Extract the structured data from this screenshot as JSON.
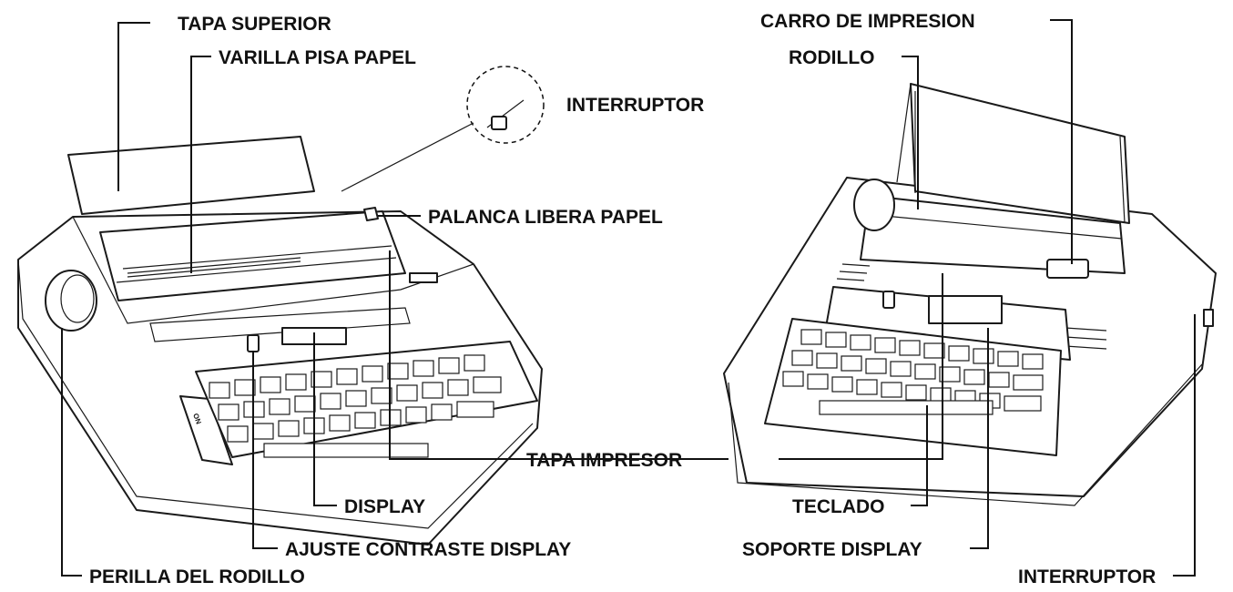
{
  "labels": {
    "tapa_superior": "TAPA SUPERIOR",
    "varilla_pisa_papel": "VARILLA PISA PAPEL",
    "interruptor_top": "INTERRUPTOR",
    "palanca_libera_papel": "PALANCA LIBERA PAPEL",
    "tapa_impresor": "TAPA IMPRESOR",
    "display": "DISPLAY",
    "ajuste_contraste_display": "AJUSTE CONTRASTE DISPLAY",
    "perilla_del_rodillo": "PERILLA DEL RODILLO",
    "carro_de_impresion": "CARRO DE IMPRESION",
    "rodillo": "RODILLO",
    "teclado": "TECLADO",
    "soporte_display": "SOPORTE DISPLAY",
    "interruptor_bottom": "INTERRUPTOR"
  },
  "panel_text": {
    "on_switch": "ON"
  },
  "colors": {
    "ink": "#111111",
    "background": "#ffffff"
  },
  "drawings": [
    "typewriter-front-view",
    "typewriter-rear-three-quarter-view"
  ]
}
